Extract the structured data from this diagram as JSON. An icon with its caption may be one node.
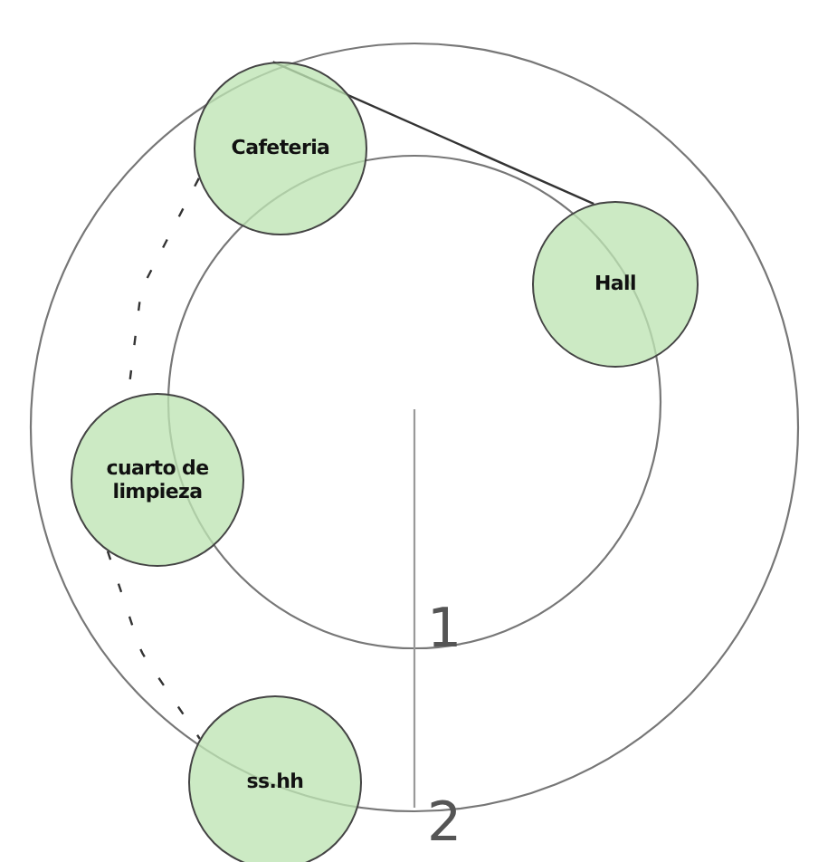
{
  "diagram": {
    "nodes": [
      {
        "text": [
          "Cafeteria"
        ]
      },
      {
        "text": [
          "Hall"
        ]
      },
      {
        "text": [
          "cuarto de limpieza"
        ]
      },
      {
        "text": [
          "ss.hh"
        ]
      }
    ],
    "edges": [
      {
        "from": 0,
        "to": 1,
        "arrow": "none"
      },
      {
        "from": 0,
        "to": 2,
        "arrow": "none",
        "style": "dashed"
      },
      {
        "from": 2,
        "to": 3,
        "arrow": "none",
        "style": "dashed"
      }
    ],
    "labels": [
      "1",
      "2"
    ]
  }
}
